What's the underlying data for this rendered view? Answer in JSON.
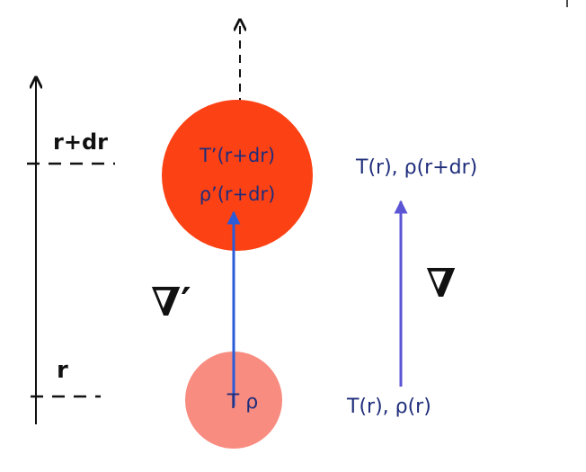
{
  "labels": {
    "r_plus_dr": "r+dr",
    "r": "r",
    "bubble_upper_line1": "T’(r+dr)",
    "bubble_upper_line2": "ρ’(r+dr)",
    "bubble_lower": "T ρ",
    "ambient_upper": "T(r), ρ(r+dr)",
    "ambient_lower": "T(r), ρ(r)",
    "nabla_bubble": "∇′",
    "nabla_ambient": "∇"
  },
  "colors": {
    "bubble_upper": "#fc4214",
    "bubble_lower": "#f88c80",
    "bubble_arrow": "#2a5bd8",
    "ambient_arrow": "#5b54d4",
    "text_blue": "#1f2d7a"
  }
}
